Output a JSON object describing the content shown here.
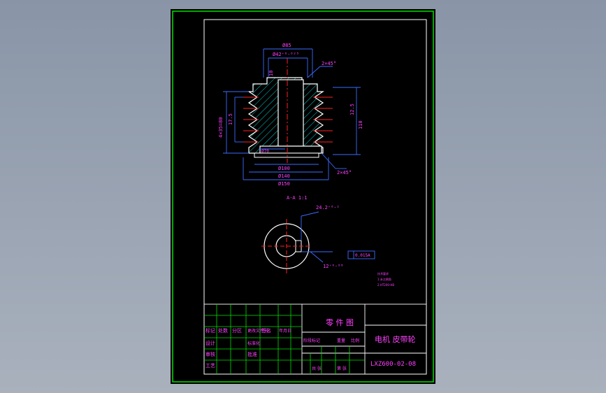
{
  "drawing": {
    "part_title": "零 件 图",
    "part_name": "电机 皮带轮",
    "drawing_no": "LXZ600-02-08",
    "dims": {
      "d85": "Ø85",
      "d42": "Ø42⁺⁰·⁰²⁵",
      "chamfer_top": "2×45°",
      "chamfer_bot": "2×45°",
      "d70": "Ø70",
      "d100": "Ø100",
      "d140": "Ø140",
      "d150": "Ø150",
      "groove_pitch": "17.5",
      "groove_total": "4×35=80",
      "len110": "110",
      "pitch_r": "12.5",
      "top_l": "10",
      "keyway_label": "A-A 1:1",
      "keyway_depth": "24.2⁺⁰·²",
      "keyway_width": "12⁺⁰·⁰⁸",
      "gdt_tol": "0.015A",
      "notes_1": "技术要求",
      "notes_2": "1.未注倒角",
      "notes_3": "2.HT200-HB"
    },
    "titleblock": {
      "c1": "标记",
      "c2": "处数",
      "c3": "分区",
      "c4": "更改文件号",
      "c5": "签名",
      "c6": "年月日",
      "r1": "设计",
      "r2": "审核",
      "r3": "工艺",
      "r4": "标准化",
      "r5": "批准",
      "s1": "阶段标记",
      "s2": "重量",
      "s3": "比例",
      "s4": "共 张",
      "s5": "第 张"
    }
  }
}
